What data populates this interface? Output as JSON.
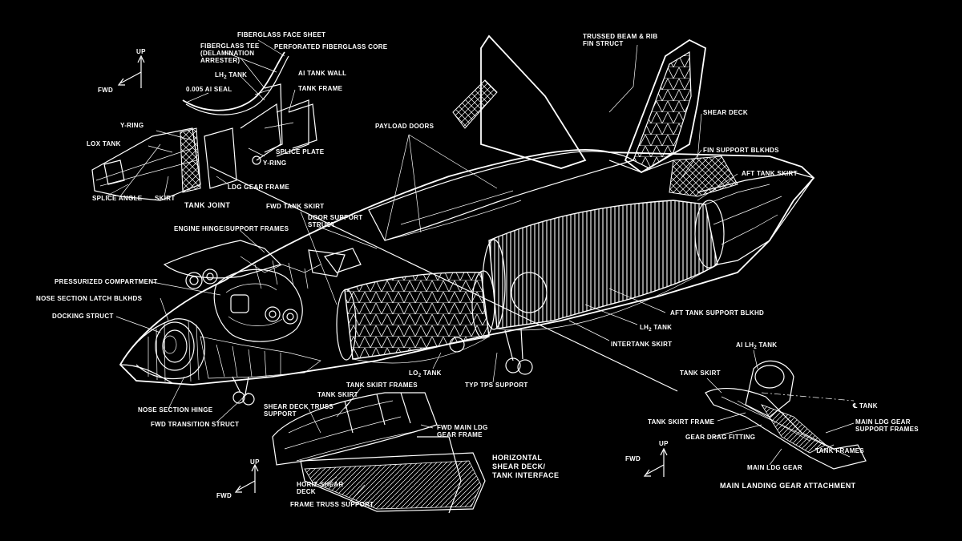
{
  "tank_joint": {
    "title": "TANK JOINT",
    "up": "UP",
    "fwd": "FWD",
    "labels": {
      "fiberglass_face_sheet": "FIBERGLASS FACE SHEET",
      "fiberglass_tee_1": "FIBERGLASS TEE",
      "fiberglass_tee_2": "(DELAMINATION",
      "fiberglass_tee_3": "ARRESTER)",
      "perforated_core": "PERFORATED FIBERGLASS CORE",
      "lh2_tank_a": "LH",
      "lh2_tank_sub": "2",
      "lh2_tank_b": " TANK",
      "al_tank_wall": "Al TANK WALL",
      "al_seal": "0.005 Al SEAL",
      "tank_frame": "TANK FRAME",
      "y_ring_left": "Y-RING",
      "lox_tank": "LOX TANK",
      "splice_plate": "SPLICE PLATE",
      "y_ring_right": "Y-RING",
      "splice_angle": "SPLICE ANGLE",
      "skirt": "SKIRT",
      "ldg_gear_frame": "LDG GEAR FRAME"
    }
  },
  "main_view": {
    "labels": {
      "trussed_beam_1": "TRUSSED BEAM & RIB",
      "trussed_beam_2": "FIN STRUCT",
      "payload_doors": "PAYLOAD DOORS",
      "shear_deck": "SHEAR DECK",
      "fin_support": "FIN SUPPORT BLKHDS",
      "aft_tank_skirt": "AFT TANK SKIRT",
      "fwd_tank_skirt": "FWD TANK SKIRT",
      "door_support_1": "DOOR SUPPORT",
      "door_support_2": "STRUCT",
      "engine_hinge": "ENGINE HINGE/SUPPORT FRAMES",
      "pressurized": "PRESSURIZED COMPARTMENT",
      "nose_latch": "NOSE SECTION LATCH BLKHDS",
      "docking": "DOCKING STRUCT",
      "aft_tank_support": "AFT TANK SUPPORT BLKHD",
      "lh2_tank_a": "LH",
      "lh2_tank_sub": "2",
      "lh2_tank_b": " TANK",
      "intertank_skirt": "INTERTANK SKIRT",
      "lo2_tank_a": "LO",
      "lo2_tank_sub": "2",
      "lo2_tank_b": " TANK",
      "typ_tps": "TYP TPS SUPPORT",
      "nose_hinge": "NOSE SECTION HINGE",
      "fwd_transition": "FWD TRANSITION STRUCT"
    }
  },
  "shear_deck_view": {
    "title_1": "HORIZONTAL",
    "title_2": "SHEAR DECK/",
    "title_3": "TANK INTERFACE",
    "up": "UP",
    "fwd": "FWD",
    "labels": {
      "tank_skirt_frames": "TANK SKIRT FRAMES",
      "tank_skirt": "TANK SKIRT",
      "shear_truss_1": "SHEAR DECK TRUSS",
      "shear_truss_2": "SUPPORT",
      "fwd_main_1": "FWD MAIN LDG",
      "fwd_main_2": "GEAR FRAME",
      "horiz_1": "HORIZ SHEAR",
      "horiz_2": "DECK",
      "frame_truss": "FRAME TRUSS SUPPORT"
    }
  },
  "landing_gear_view": {
    "title": "MAIN LANDING GEAR ATTACHMENT",
    "up": "UP",
    "fwd": "FWD",
    "labels": {
      "al_lh2_a": "Al LH",
      "al_lh2_sub": "2",
      "al_lh2_b": " TANK",
      "tank_skirt": "TANK SKIRT",
      "cl_tank": "℄ TANK",
      "tank_skirt_frame": "TANK SKIRT FRAME",
      "main_ldg_support_1": "MAIN LDG GEAR",
      "main_ldg_support_2": "SUPPORT FRAMES",
      "gear_drag": "GEAR DRAG FITTING",
      "main_ldg_gear": "MAIN LDG GEAR",
      "tank_frames": "TANK FRAMES"
    }
  }
}
